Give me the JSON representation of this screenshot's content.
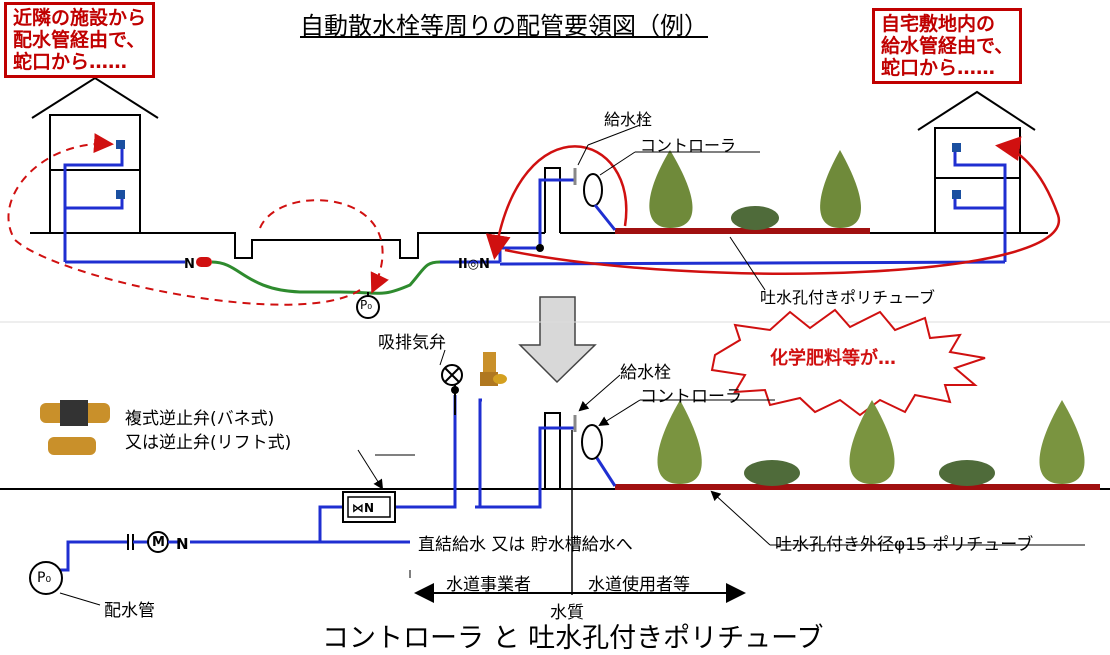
{
  "title": "自動散水栓等周りの配管要領図（例）",
  "caption": "コントローラ と 吐水孔付きポリチューブ",
  "callout_left": "近隣の施設から\n配水管経由で、\n蛇口から……",
  "callout_right": "自宅敷地内の\n給水管経由で、\n蛇口から……",
  "warning": "化学肥料等が…",
  "top": {
    "faucet": "給水栓",
    "controller": "コントローラ",
    "tube": "吐水孔付きポリチューブ",
    "p0": "P₀"
  },
  "bottom": {
    "vent_valve": "吸排気弁",
    "faucet": "給水栓",
    "controller": "コントローラ",
    "check_valve_1": "複式逆止弁(バネ式)",
    "check_valve_2": "又は逆止弁(リフト式)",
    "direct_supply": "直結給水 又は 貯水槽給水へ",
    "tube": "吐水孔付き外径φ15 ポリチューブ",
    "utility": "水道事業者",
    "user": "水道使用者等",
    "quality": "水質",
    "main_pipe": "配水管",
    "p0": "P₀",
    "meter": "M"
  },
  "colors": {
    "pipe": "#1f2fd1",
    "green": "#2e8b2e",
    "red": "#d01010",
    "ground": "#000000",
    "bed": "#a01010"
  }
}
